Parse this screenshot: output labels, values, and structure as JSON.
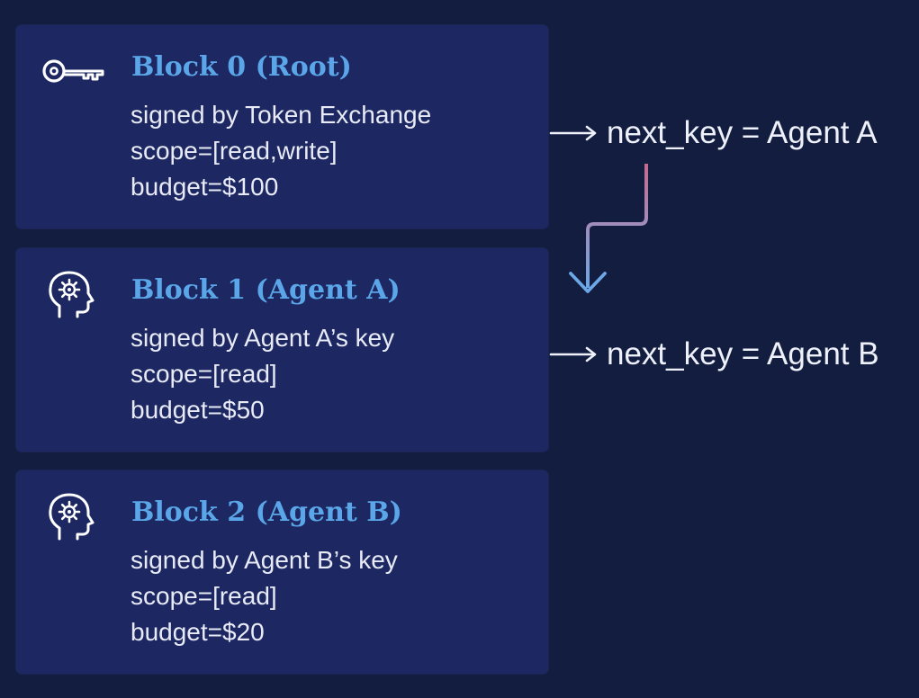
{
  "blocks": [
    {
      "icon": "key-icon",
      "title": "Block 0 (Root)",
      "lines": [
        "signed by Token Exchange",
        "scope=[read,write]",
        "budget=$100"
      ]
    },
    {
      "icon": "head-gear-icon",
      "title": "Block 1 (Agent A)",
      "lines": [
        "signed by Agent A’s key",
        "scope=[read]",
        "budget=$50"
      ]
    },
    {
      "icon": "head-gear-icon",
      "title": "Block 2 (Agent B)",
      "lines": [
        "signed by Agent B’s key",
        "scope=[read]",
        "budget=$20"
      ]
    }
  ],
  "next_keys": [
    {
      "text": "next_key = Agent A"
    },
    {
      "text": "next_key = Agent B"
    }
  ],
  "colors": {
    "background": "#131d40",
    "card": "#1d2862",
    "title": "#5aa6e8",
    "text": "#e8ebf6",
    "connector_start": "#c46a8e",
    "connector_end": "#6ca8e6"
  }
}
